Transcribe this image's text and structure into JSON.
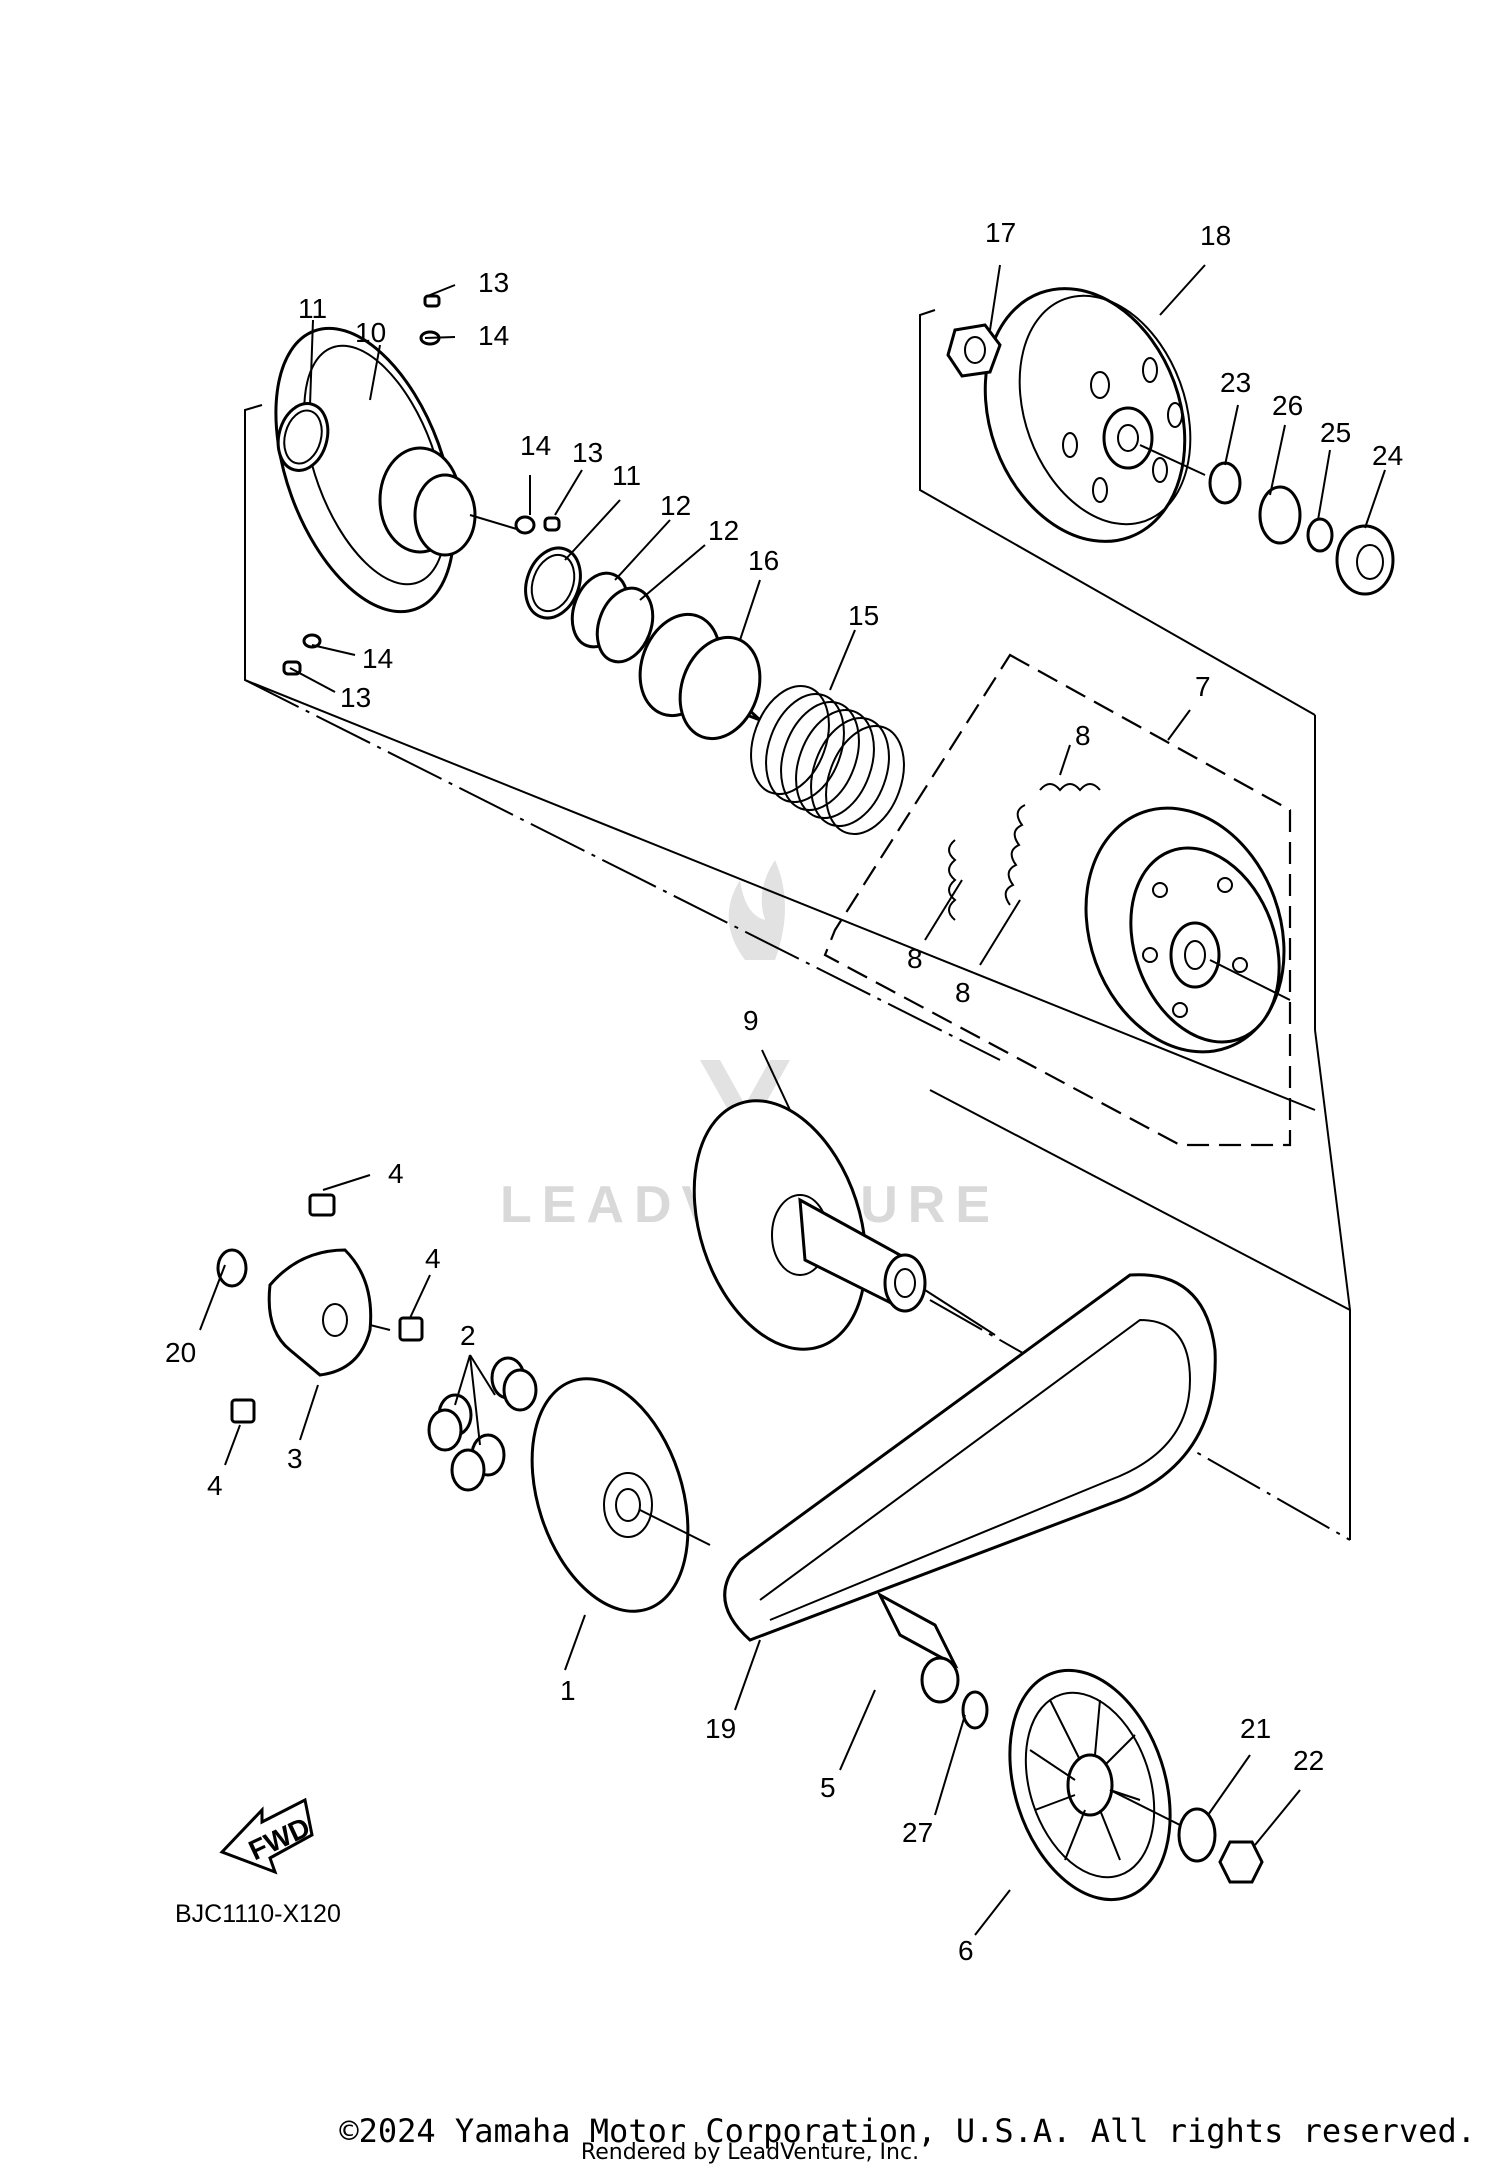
{
  "diagram": {
    "code": "BJC1110-X120",
    "fwd_label": "FWD",
    "watermark": "LEADVENTURE",
    "copyright": "©2024 Yamaha Motor Corporation, U.S.A. All rights reserved.",
    "rendered_by": "Rendered by LeadVenture, Inc.",
    "callouts": [
      "1",
      "2",
      "3",
      "4",
      "4",
      "4",
      "5",
      "6",
      "7",
      "8",
      "8",
      "8",
      "9",
      "10",
      "11",
      "11",
      "12",
      "12",
      "13",
      "13",
      "13",
      "14",
      "14",
      "14",
      "15",
      "16",
      "17",
      "18",
      "19",
      "20",
      "21",
      "22",
      "23",
      "24",
      "25",
      "26",
      "27"
    ]
  }
}
